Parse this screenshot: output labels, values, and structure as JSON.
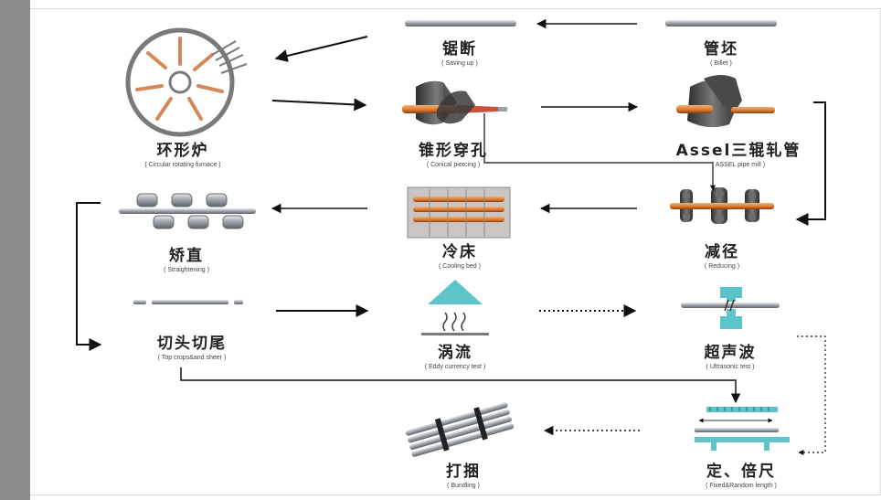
{
  "steps": {
    "billet": {
      "zh": "管坯",
      "en": "( Billet )"
    },
    "sawing": {
      "zh": "锯断",
      "en": "( Saving up )"
    },
    "furnace": {
      "zh": "环形炉",
      "en": "( Circular rotating furnace )"
    },
    "piercing": {
      "zh": "锥形穿孔",
      "en": "( Conical piercing )"
    },
    "assel": {
      "zh": "Assel三辊轧管",
      "en": "( ASSEL pipe mill )"
    },
    "reducing": {
      "zh": "减径",
      "en": "( Reducing )"
    },
    "cooling": {
      "zh": "冷床",
      "en": "( Cooling bed )"
    },
    "straight": {
      "zh": "矫直",
      "en": "( Straightening )"
    },
    "crop": {
      "zh": "切头切尾",
      "en": "( Top crops&and sheer )"
    },
    "eddy": {
      "zh": "涡流",
      "en": "( Eddy currency test )"
    },
    "ultrasonic": {
      "zh": "超声波",
      "en": "( Ultrasonic test )"
    },
    "length": {
      "zh": "定、倍尺",
      "en": "( Fixed&Random length )"
    },
    "bundling": {
      "zh": "打捆",
      "en": "( Bundling )"
    }
  },
  "colors": {
    "sidebar": "#8c8c8c",
    "pipe": "#b8bcc0",
    "roll": "#444444",
    "hot": "#d9742b",
    "probe": "#5ec4cc",
    "arrow": "#111111"
  }
}
